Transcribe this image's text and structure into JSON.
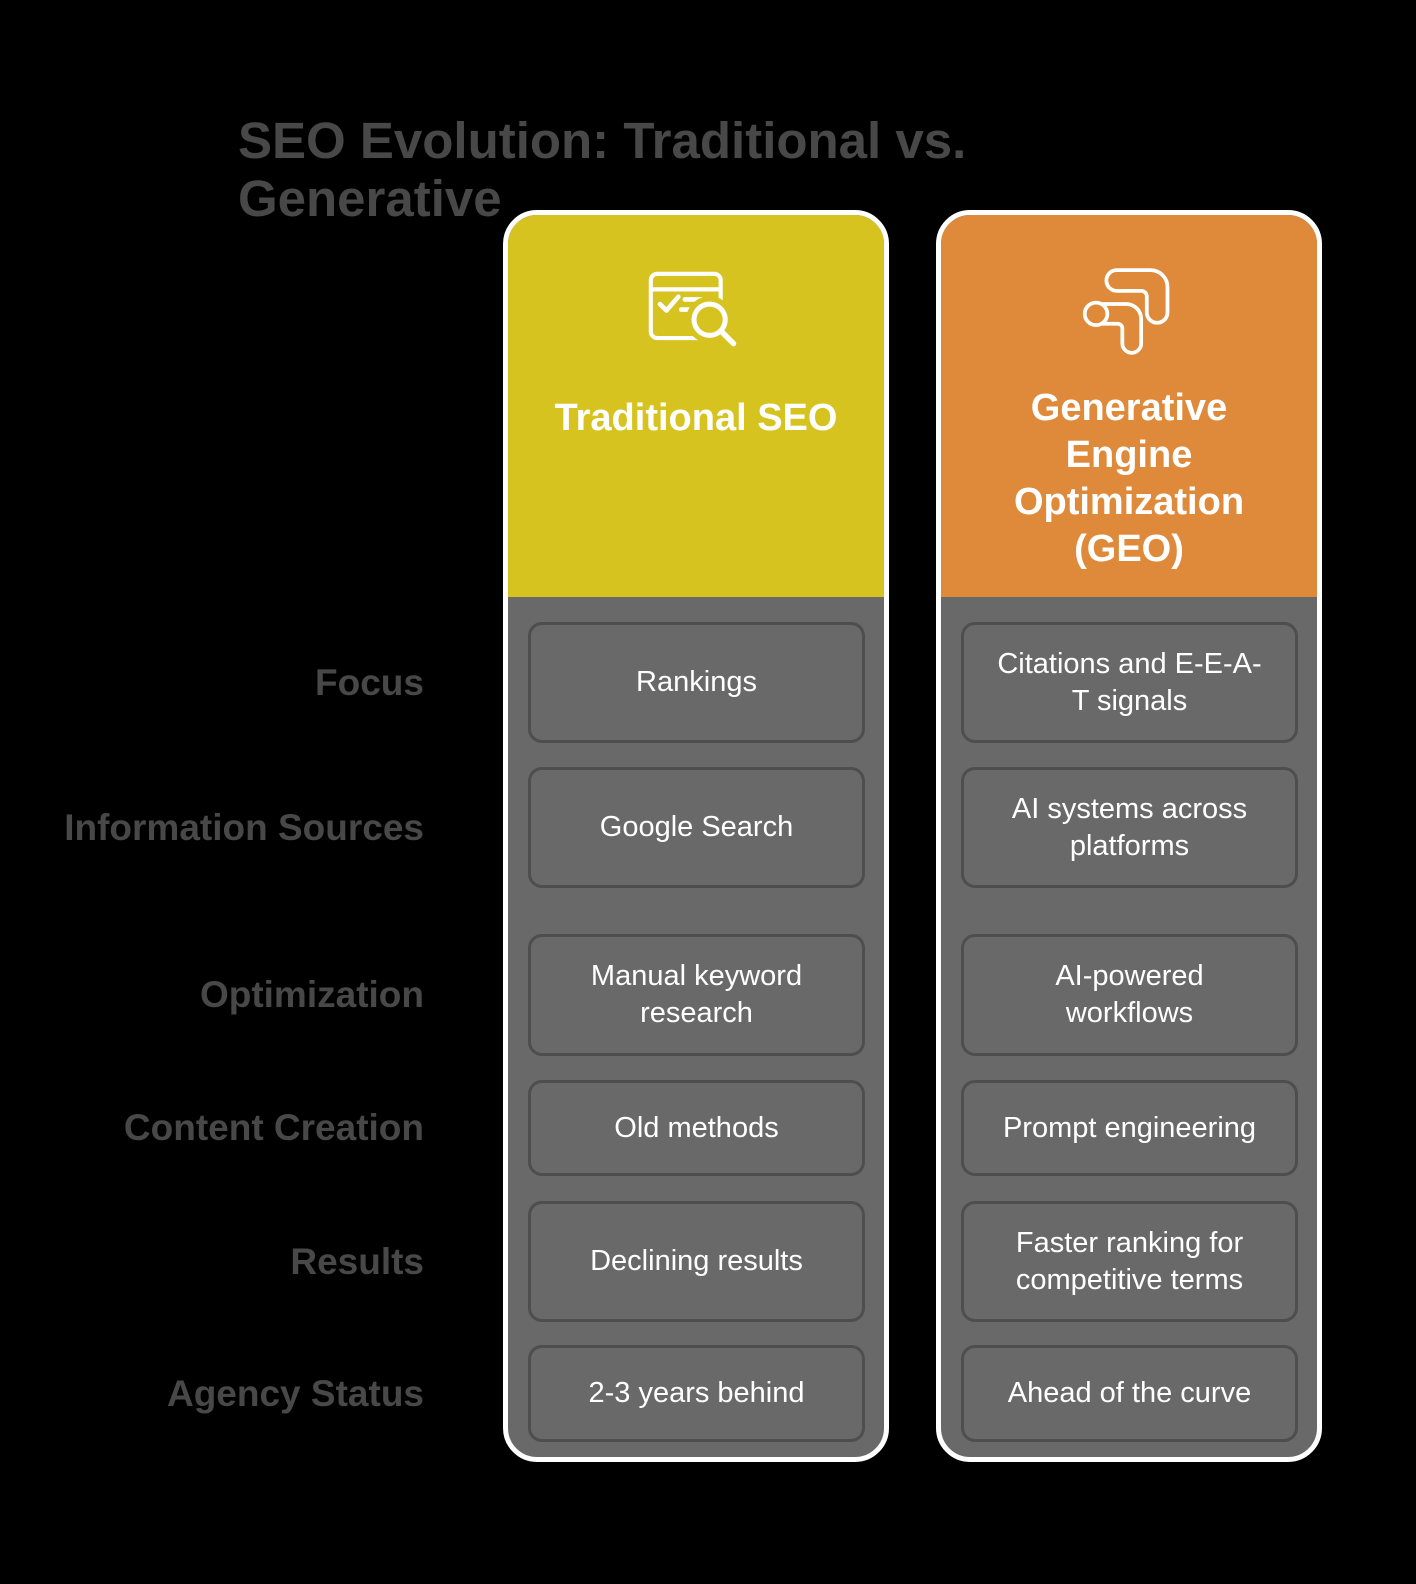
{
  "title": "SEO Evolution: Traditional vs. Generative",
  "row_labels": [
    "Focus",
    "Information Sources",
    "Optimization",
    "Content Creation",
    "Results",
    "Agency Status"
  ],
  "columns": [
    {
      "id": "traditional",
      "header": "Traditional SEO",
      "icon": "browser-search-icon",
      "header_color": "#d7c31f",
      "cells": [
        "Rankings",
        "Google Search",
        "Manual keyword research",
        "Old methods",
        "Declining results",
        "2-3 years behind"
      ]
    },
    {
      "id": "geo",
      "header": "Generative Engine Optimization (GEO)",
      "icon": "rounded-arrows-icon",
      "header_color": "#de8a3a",
      "cells": [
        "Citations and E-E-A-T signals",
        "AI systems across platforms",
        "AI-powered workflows",
        "Prompt engineering",
        "Faster ranking for competitive terms",
        "Ahead of the curve"
      ]
    }
  ],
  "colors": {
    "background": "#000000",
    "title_text": "#484848",
    "label_text": "#484848",
    "traditional_header": "#d7c31f",
    "geo_header": "#de8a3a",
    "column_body": "#696969",
    "chip_border": "#4e4e4e",
    "chip_text": "#ffffff",
    "card_border": "#ffffff"
  }
}
